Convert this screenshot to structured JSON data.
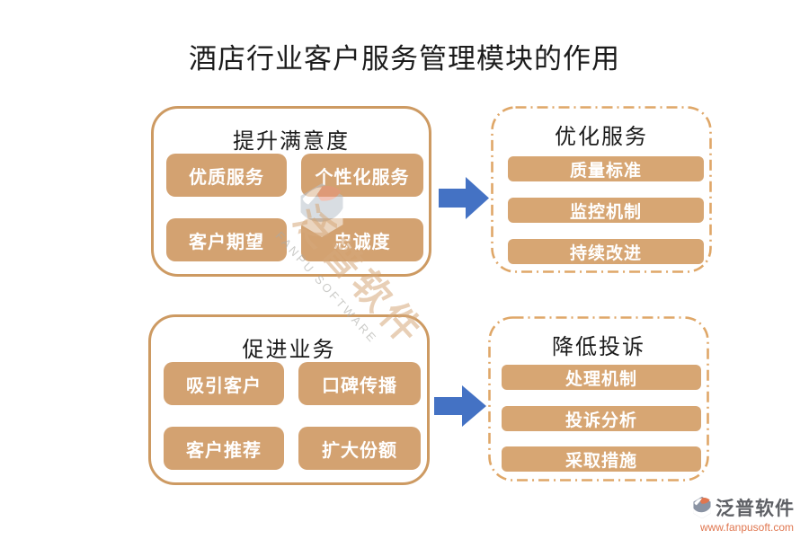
{
  "title": "酒店行业客户服务管理模块的作用",
  "groups": [
    {
      "title": "提升满意度",
      "items": [
        "优质服务",
        "个性化服务",
        "客户期望",
        "忠诚度"
      ]
    },
    {
      "title": "优化服务",
      "items": [
        "质量标准",
        "监控机制",
        "持续改进"
      ]
    },
    {
      "title": "促进业务",
      "items": [
        "吸引客户",
        "口碑传播",
        "客户推荐",
        "扩大份额"
      ]
    },
    {
      "title": "降低投诉",
      "items": [
        "处理机制",
        "投诉分析",
        "采取措施"
      ]
    }
  ],
  "watermark": {
    "brand": "泛普软件",
    "brand_latin": "FANPU SOFTWARE"
  },
  "footer": {
    "brand": "泛普软件",
    "website": "www.fanpusoft.com"
  },
  "colors": {
    "chip_fill": "#d3a271",
    "solid_border": "#cd9a62",
    "dashed_border": "#dfa768",
    "arrow_blue": "#4472c4",
    "footer_text": "#5e6065",
    "footer_url": "#e0764f"
  }
}
